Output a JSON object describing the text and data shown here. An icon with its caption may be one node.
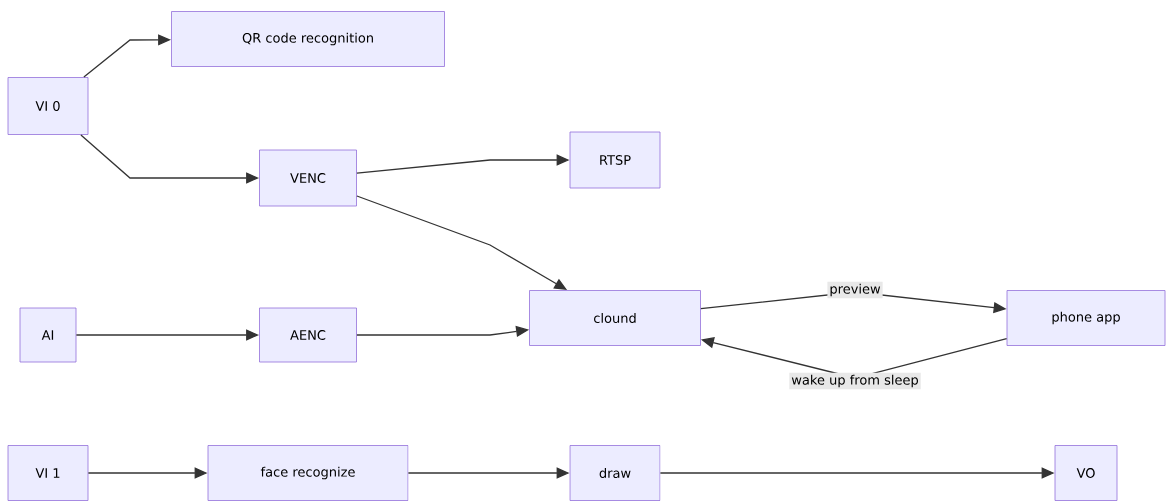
{
  "diagram": {
    "nodes": [
      {
        "text": [
          "VI 0"
        ]
      },
      {
        "text": [
          "QR code recognition"
        ]
      },
      {
        "text": [
          "VENC"
        ]
      },
      {
        "text": [
          "RTSP"
        ]
      },
      {
        "text": [
          "AI"
        ]
      },
      {
        "text": [
          "AENC"
        ]
      },
      {
        "text": [
          "clound"
        ]
      },
      {
        "text": [
          "phone app"
        ]
      },
      {
        "text": [
          "VI 1"
        ]
      },
      {
        "text": [
          "face recognize"
        ]
      },
      {
        "text": [
          "draw"
        ]
      },
      {
        "text": [
          "VO"
        ]
      }
    ],
    "edges": [
      {
        "from": 0,
        "to": 1,
        "arrow": "to"
      },
      {
        "from": 0,
        "to": 2,
        "arrow": "to"
      },
      {
        "from": 2,
        "to": 3,
        "arrow": "to"
      },
      {
        "from": 2,
        "to": 6,
        "arrow": "to"
      },
      {
        "from": 4,
        "to": 5,
        "arrow": "to"
      },
      {
        "from": 5,
        "to": 6,
        "arrow": "to"
      },
      {
        "from": 6,
        "to": 7,
        "arrow": "to",
        "label": "preview"
      },
      {
        "from": 7,
        "to": 6,
        "arrow": "to",
        "label": "wake up from sleep"
      },
      {
        "from": 8,
        "to": 9,
        "arrow": "to"
      },
      {
        "from": 9,
        "to": 10,
        "arrow": "to"
      },
      {
        "from": 10,
        "to": 11,
        "arrow": "to"
      }
    ]
  }
}
